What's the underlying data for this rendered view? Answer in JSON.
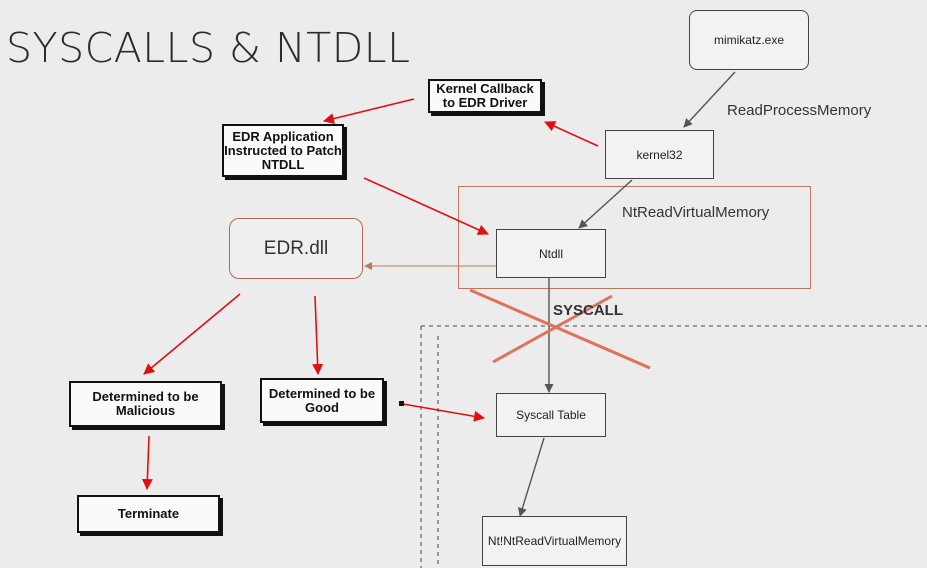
{
  "title": "SYSCALLS & NTDLL",
  "nodes": {
    "mimikatz": "mimikatz.exe",
    "kernel32": "kernel32",
    "ntdll": "Ntdll",
    "syscall_table": "Syscall Table",
    "nt_read_virtual_memory": "Nt!NtReadVirtualMemory",
    "edr_dll": "EDR.dll"
  },
  "labels": {
    "read_process_memory": "ReadProcessMemory",
    "nt_read_virtual_memory": "NtReadVirtualMemory",
    "syscall": "SYSCALL"
  },
  "callouts": {
    "kernel_callback": "Kernel Callback to EDR Driver",
    "edr_application": "EDR Application Instructed to Patch NTDLL",
    "malicious": "Determined to be Malicious",
    "good": "Determined to be Good",
    "terminate": "Terminate"
  },
  "colors": {
    "annotation_arrow": "#e01010",
    "flow_arrow": "#555555",
    "frame": "#c1775c"
  }
}
